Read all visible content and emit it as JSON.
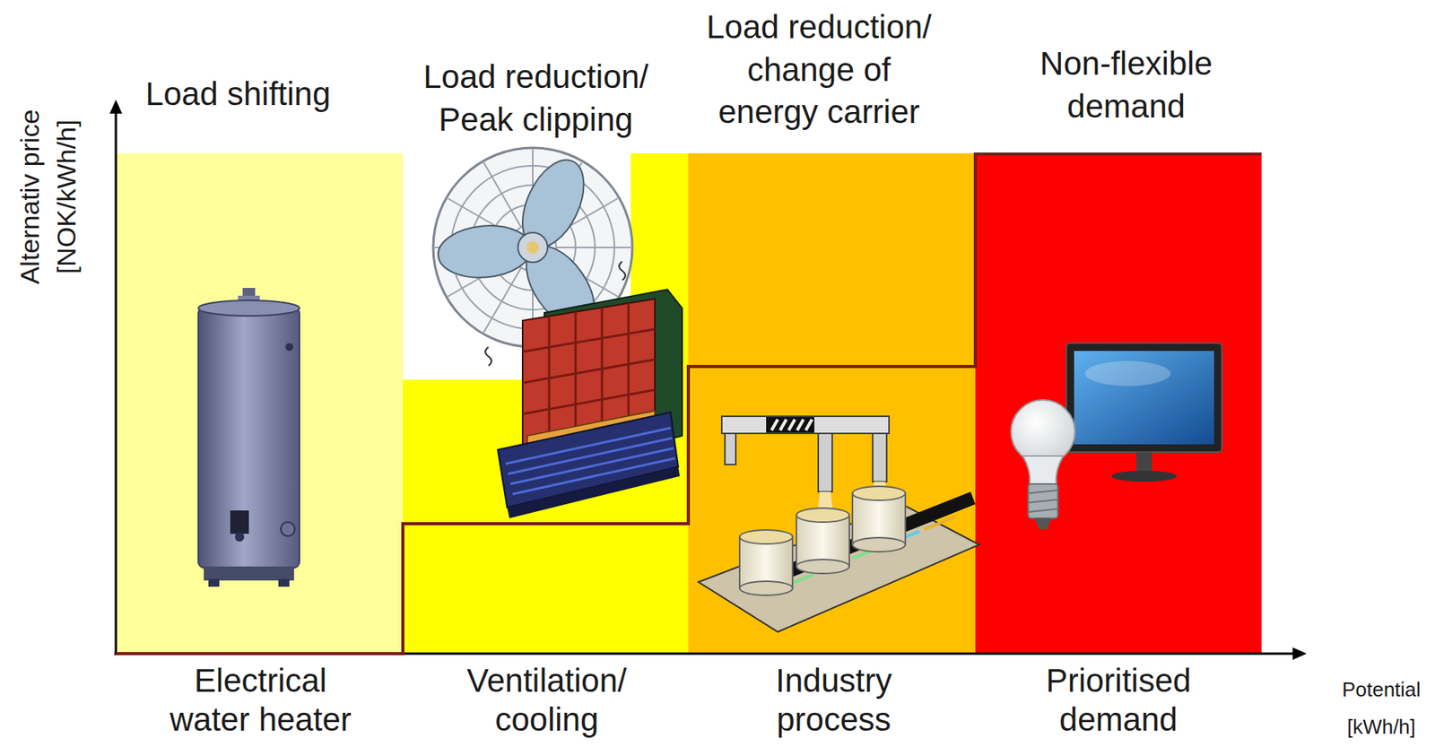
{
  "diagram": {
    "nodes": [
      {
        "text": [
          "Load shifting",
          "Electrical water heater"
        ]
      },
      {
        "text": [
          "Load reduction/ Peak clipping",
          "Ventilation/ cooling"
        ]
      },
      {
        "text": [
          "Load reduction/ change of energy carrier",
          "Industry process"
        ]
      },
      {
        "text": [
          "Non-flexible demand",
          "Prioritised demand"
        ]
      }
    ],
    "labels": [
      "Alternativ price [NOK/kWh/h]",
      "Potential [kWh/h]"
    ]
  }
}
